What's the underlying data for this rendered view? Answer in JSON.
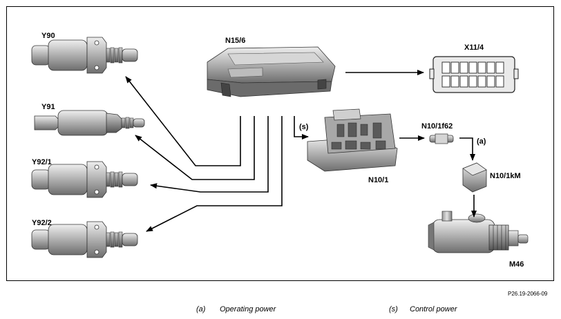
{
  "components": {
    "y90": "Y90",
    "y91": "Y91",
    "y92_1": "Y92/1",
    "y92_2": "Y92/2",
    "n15_6": "N15/6",
    "x11_4": "X11/4",
    "n10_1": "N10/1",
    "n10_1f62": "N10/1f62",
    "n10_1km": "N10/1kM",
    "m46": "M46"
  },
  "signals": {
    "s_label": "(s)",
    "a_label": "(a)"
  },
  "reference": "P26.19-2066-09",
  "legend": {
    "a_key": "(a)",
    "a_text": "Operating power",
    "s_key": "(s)",
    "s_text": "Control power"
  }
}
